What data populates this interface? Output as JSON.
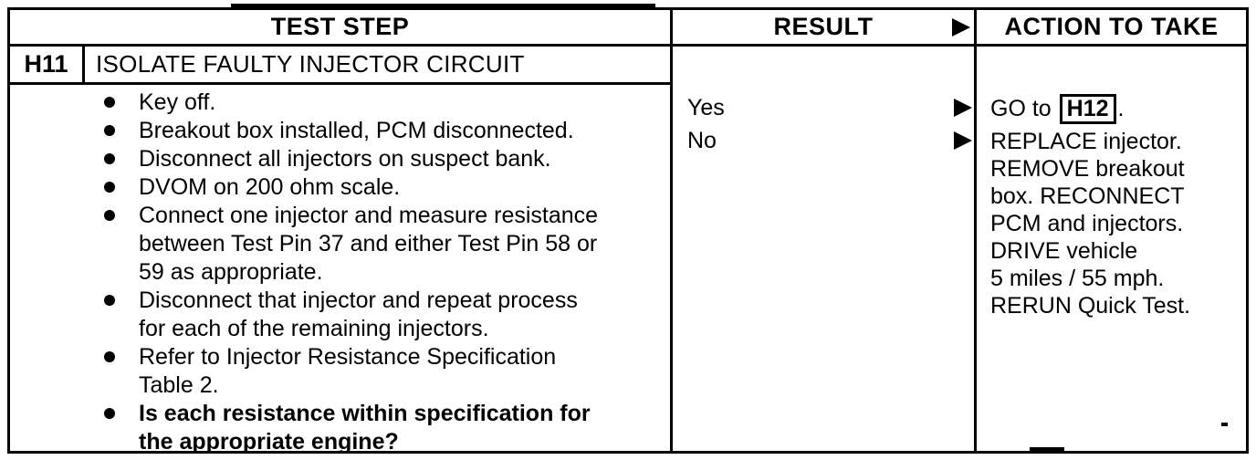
{
  "colors": {
    "ink": "#000000",
    "paper": "#ffffff"
  },
  "table": {
    "headers": {
      "test_step": "TEST STEP",
      "result": "RESULT",
      "action_to_take": "ACTION TO TAKE"
    },
    "step": {
      "id": "H11",
      "title": "ISOLATE FAULTY INJECTOR CIRCUIT"
    },
    "bullets": [
      {
        "bold": false,
        "lines": [
          "Key off."
        ]
      },
      {
        "bold": false,
        "lines": [
          "Breakout box installed, PCM disconnected."
        ]
      },
      {
        "bold": false,
        "lines": [
          "Disconnect all injectors on suspect bank."
        ]
      },
      {
        "bold": false,
        "lines": [
          "DVOM on 200 ohm scale."
        ]
      },
      {
        "bold": false,
        "lines": [
          "Connect one injector and measure resistance",
          "between Test Pin 37 and either Test Pin 58 or",
          "59 as appropriate."
        ]
      },
      {
        "bold": false,
        "lines": [
          "Disconnect that injector and repeat process",
          "for each of the remaining injectors."
        ]
      },
      {
        "bold": false,
        "lines": [
          "Refer to Injector Resistance Specification",
          "Table 2."
        ]
      },
      {
        "bold": true,
        "lines": [
          "Is each resistance within specification for",
          "the appropriate engine?"
        ]
      }
    ],
    "results": [
      {
        "label": "Yes"
      },
      {
        "label": "No"
      }
    ],
    "actions": {
      "yes": {
        "prefix": "GO to ",
        "boxed": "H12",
        "suffix": "."
      },
      "no_lines": [
        "REPLACE injector.",
        "REMOVE breakout",
        "box. RECONNECT",
        "PCM and injectors.",
        "DRIVE vehicle",
        "5 miles / 55 mph.",
        "RERUN Quick Test."
      ]
    },
    "icons": {
      "result_pointer": "right-arrow"
    }
  }
}
